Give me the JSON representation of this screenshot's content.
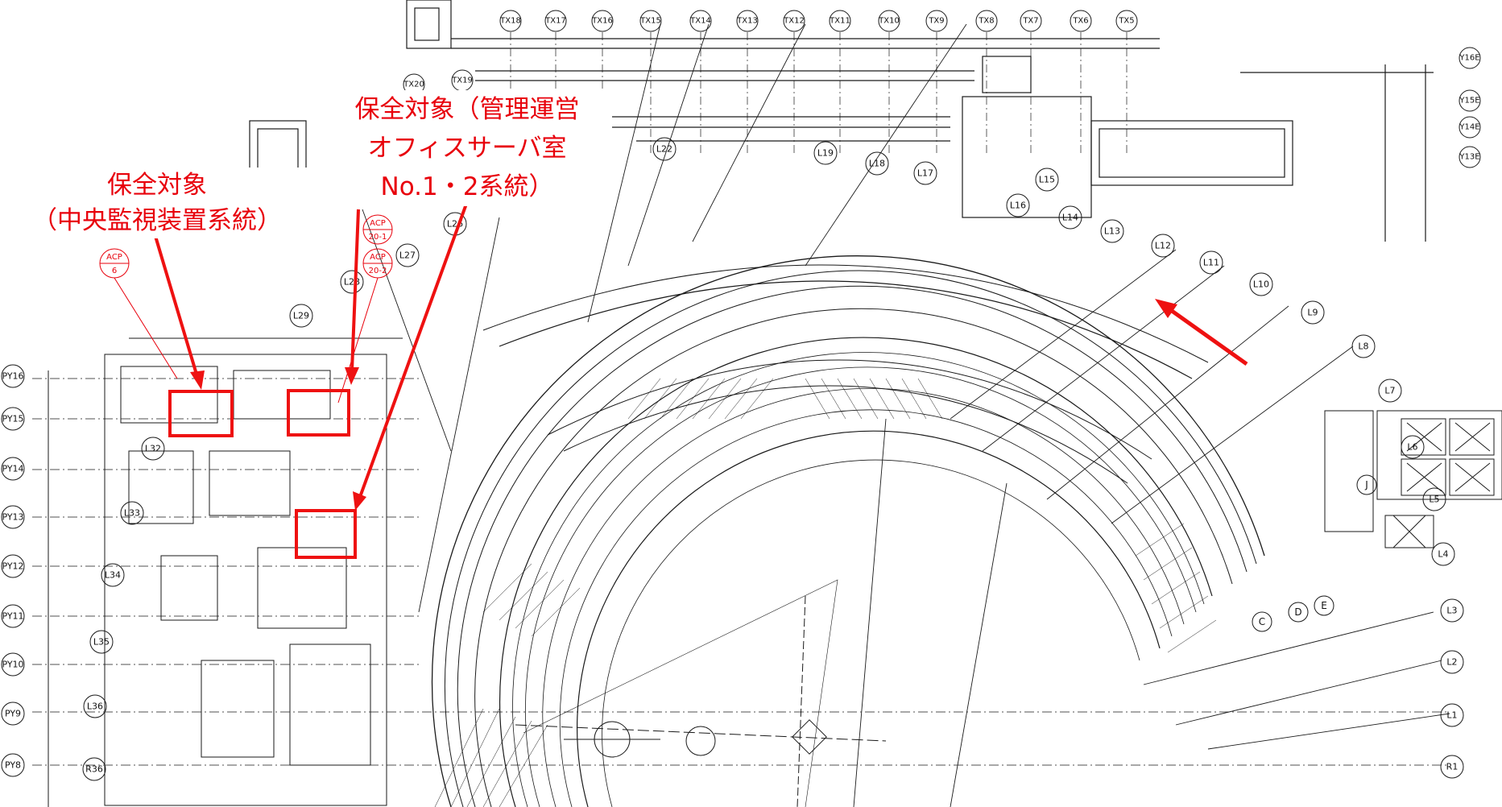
{
  "colors": {
    "annotation": "#e8000b",
    "drawing": "#1a1a1a",
    "background": "#ffffff"
  },
  "callouts": {
    "central": {
      "line1": "保全対象",
      "line2": "（中央監視装置系統）"
    },
    "office": {
      "line1": "保全対象（管理運営",
      "line2": "オフィスサーバ室",
      "line3": "No.1・2系統）"
    }
  },
  "acp_tags": [
    {
      "label": "ACP",
      "num": "6"
    },
    {
      "label": "ACP",
      "num": "20-1"
    },
    {
      "label": "ACP",
      "num": "20-2"
    }
  ],
  "tx_bubbles": [
    "TX18",
    "TX17",
    "TX16",
    "TX15",
    "TX14",
    "TX13",
    "TX12",
    "TX11",
    "TX10",
    "TX9",
    "TX8",
    "TX7",
    "TX6",
    "TX5"
  ],
  "tx_extra": [
    "TX20",
    "TX19"
  ],
  "y_right": [
    "Y16E",
    "Y15E",
    "Y14E",
    "Y13E"
  ],
  "py_left": [
    "PY16",
    "PY15",
    "PY14",
    "PY13",
    "PY12",
    "PY11",
    "PY10",
    "PY9",
    "PY8"
  ],
  "l_bubbles_top": [
    "L22",
    "L19",
    "L18",
    "L17",
    "L16",
    "L15",
    "L14",
    "L13",
    "L12",
    "L11",
    "L10",
    "L9",
    "L8",
    "L7",
    "L6",
    "L5",
    "L4",
    "L3",
    "L2",
    "L1",
    "R1"
  ],
  "l_bubbles_left": [
    "L26",
    "L27",
    "L28",
    "L29",
    "L32",
    "L33",
    "L34",
    "L35",
    "L36",
    "R36"
  ],
  "letters": [
    "C",
    "D",
    "E",
    "J"
  ]
}
